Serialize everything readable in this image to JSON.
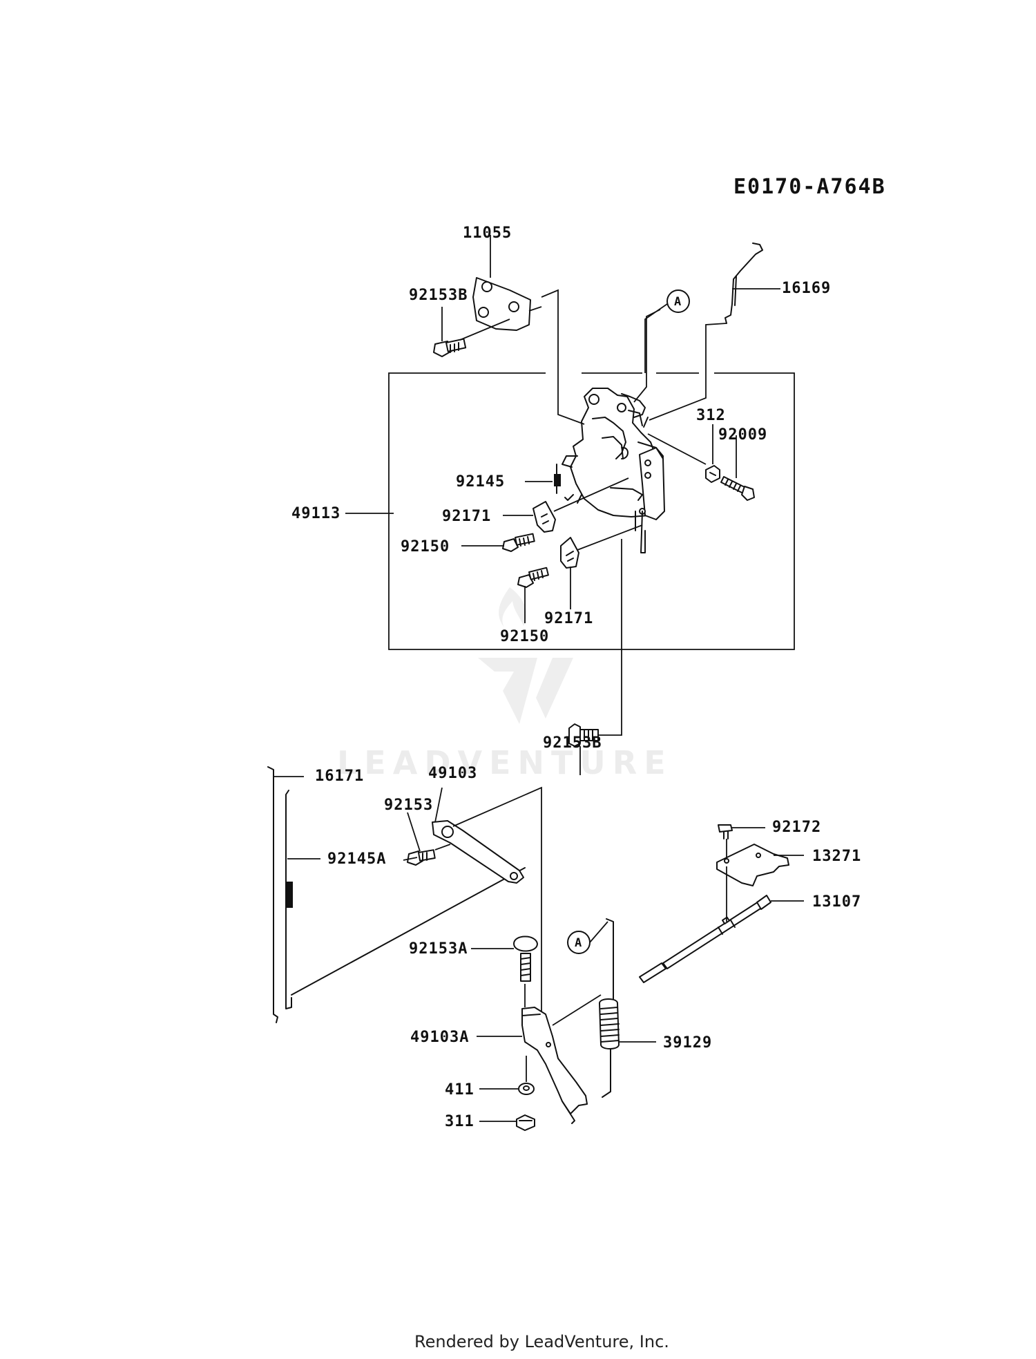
{
  "diagram": {
    "code": "E0170-A764B",
    "footer": "Rendered by LeadVenture, Inc.",
    "watermark": "LEADVENTURE",
    "callout_letter": "A",
    "parts": [
      "11055",
      "92153B",
      "16169",
      "312",
      "92009",
      "92145",
      "49113",
      "92171",
      "92150",
      "92171",
      "92150",
      "92153B",
      "16171",
      "49103",
      "92153",
      "92145A",
      "92172",
      "13271",
      "13107",
      "92153A",
      "49103A",
      "39129",
      "411",
      "311"
    ]
  }
}
